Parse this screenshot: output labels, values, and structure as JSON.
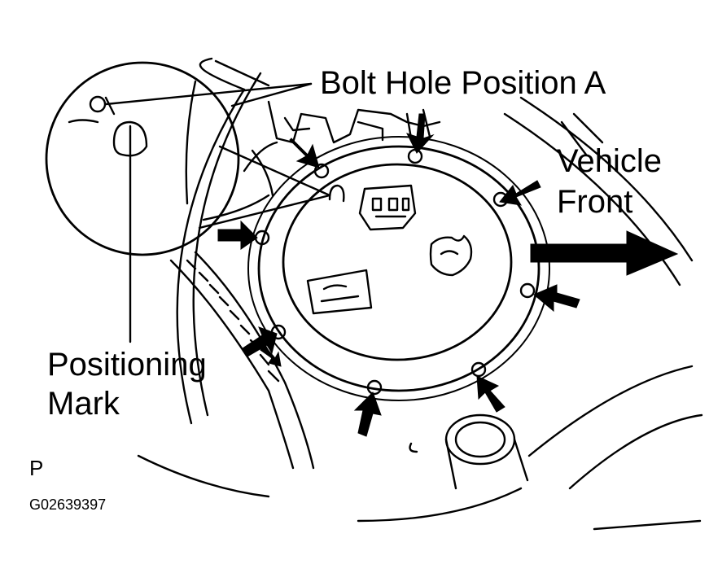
{
  "labels": {
    "bolt_hole_position": "Bolt Hole Position A",
    "vehicle_front_line1": "Vehicle",
    "vehicle_front_line2": "Front",
    "positioning_mark_line1": "Positioning",
    "positioning_mark_line2": "Mark",
    "view_letter": "P",
    "figure_id": "G02639397"
  },
  "colors": {
    "ink": "#000000",
    "paper": "#ffffff"
  },
  "bolt_count": 8
}
